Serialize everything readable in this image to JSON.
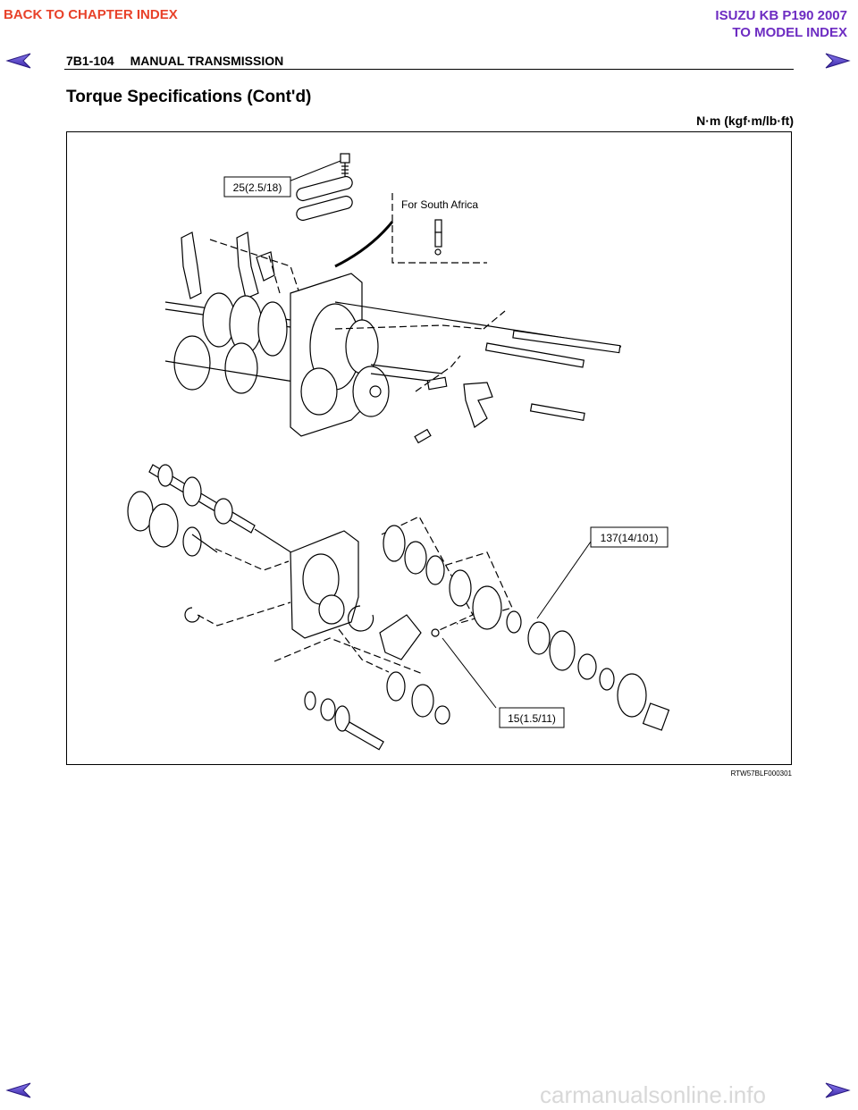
{
  "nav": {
    "back_to_chapter": "BACK TO CHAPTER INDEX",
    "doc_title": "ISUZU KB P190 2007",
    "to_model_index": "TO MODEL INDEX",
    "watermark": "carmanualsonline.info"
  },
  "header": {
    "section": "7B1-104",
    "chapter": "MANUAL TRANSMISSION"
  },
  "page": {
    "title": "Torque Specifications (Cont'd)",
    "units": "N·m (kgf·m/lb·ft)"
  },
  "figure": {
    "callouts": {
      "top_bolt": "25(2.5/18)",
      "south_africa": "For South Africa",
      "main_nut": "137(14/101)",
      "plate_bolt": "15(1.5/11)"
    },
    "figure_id": "RTW57BLF000301"
  },
  "colors": {
    "nav_red": "#e8422a",
    "nav_purple": "#6d2cc2"
  }
}
